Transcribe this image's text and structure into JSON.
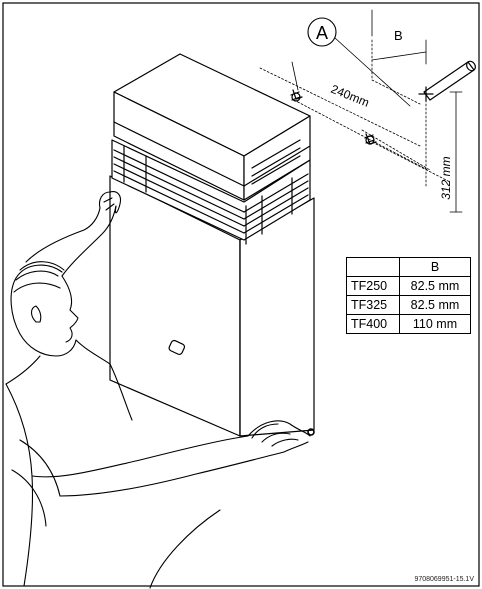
{
  "callout": {
    "label": "A"
  },
  "dimensions": {
    "horizontal": "240mm",
    "vertical": "312 mm",
    "offset_label": "B"
  },
  "table": {
    "header": [
      "",
      "B"
    ],
    "rows": [
      {
        "model": "TF250",
        "value": "82.5 mm"
      },
      {
        "model": "TF325",
        "value": "82.5 mm"
      },
      {
        "model": "TF400",
        "value": "110 mm"
      }
    ]
  },
  "reference_code": "9708069951-15.1V"
}
